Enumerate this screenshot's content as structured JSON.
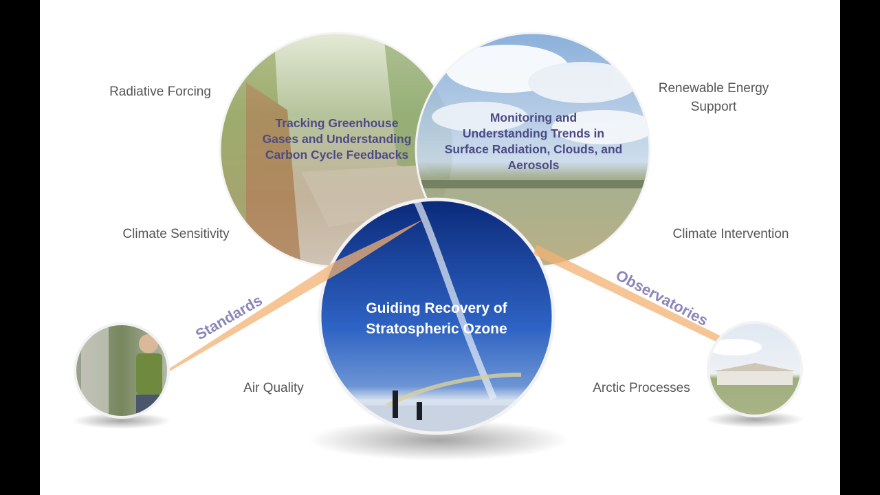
{
  "circles": {
    "greenhouse": "Tracking Greenhouse Gases and Understanding Carbon Cycle Feedbacks",
    "radiation": "Monitoring and Understanding Trends in Surface Radiation, Clouds, and Aerosols",
    "ozone": "Guiding Recovery of Stratospheric Ozone"
  },
  "greenhouse_lines": [
    "Tracking Greenhouse",
    "Gases and Understanding",
    "Carbon Cycle Feedbacks"
  ],
  "radiation_lines": [
    "Monitoring and",
    "Understanding Trends in",
    "Surface Radiation, Clouds, and",
    "Aerosols"
  ],
  "ozone_lines": [
    "Guiding Recovery of",
    "Stratospheric Ozone"
  ],
  "topics": {
    "radiative_forcing": "Radiative Forcing",
    "renewable_energy_1": "Renewable Energy",
    "renewable_energy_2": "Support",
    "climate_sensitivity": "Climate Sensitivity",
    "climate_intervention": "Climate Intervention",
    "air_quality": "Air Quality",
    "arctic_processes": "Arctic Processes"
  },
  "arms": {
    "left": "Standards",
    "right": "Observatories"
  },
  "colors": {
    "purple_text": "#4c4a86",
    "arm_label": "#8a86b8",
    "beam": "#f3b273",
    "sky_blue": "#1f4fa6"
  }
}
